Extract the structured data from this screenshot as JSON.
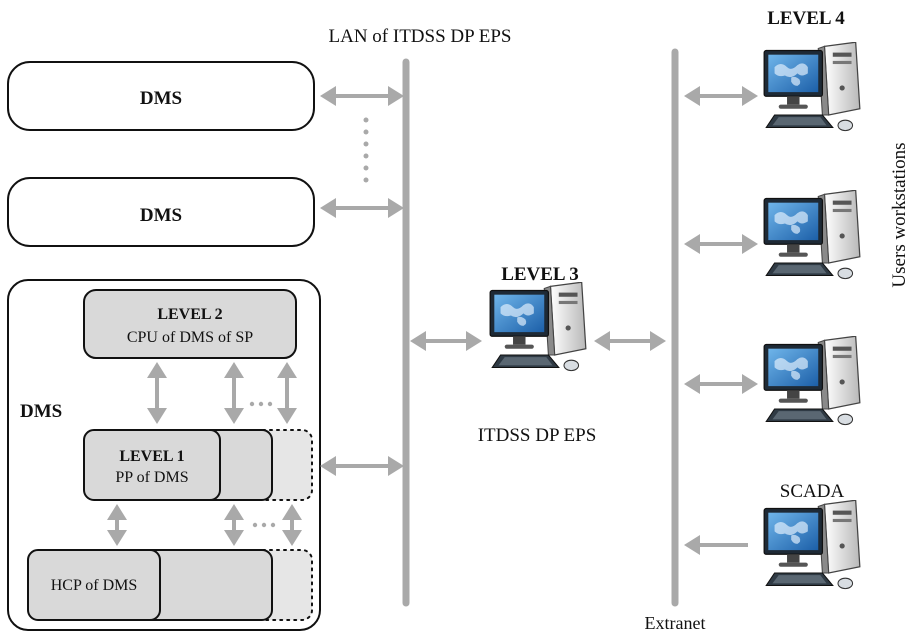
{
  "labels": {
    "lan_title": "LAN of ITDSS DP EPS",
    "extranet": "Extranet",
    "level4": "LEVEL 4",
    "users_workstations": "Users workstations",
    "level3": "LEVEL 3",
    "itdss": "ITDSS DP EPS",
    "scada": "SCADA"
  },
  "dms_blocks": [
    {
      "label": "DMS"
    },
    {
      "label": "DMS"
    }
  ],
  "dms_detail": {
    "label": "DMS",
    "level2_title": "LEVEL 2",
    "level2_sub": "CPU of DMS of SP",
    "level1_title": "LEVEL 1",
    "level1_sub": "PP of DMS",
    "hcp": "HCP of DMS"
  },
  "colors": {
    "connector": "#a9a9a9",
    "box_fill": "#d9d9d9",
    "monitor_screen": "#2a7ec4",
    "case": "#f2f2f2"
  },
  "icons": [
    "computer-icon"
  ]
}
